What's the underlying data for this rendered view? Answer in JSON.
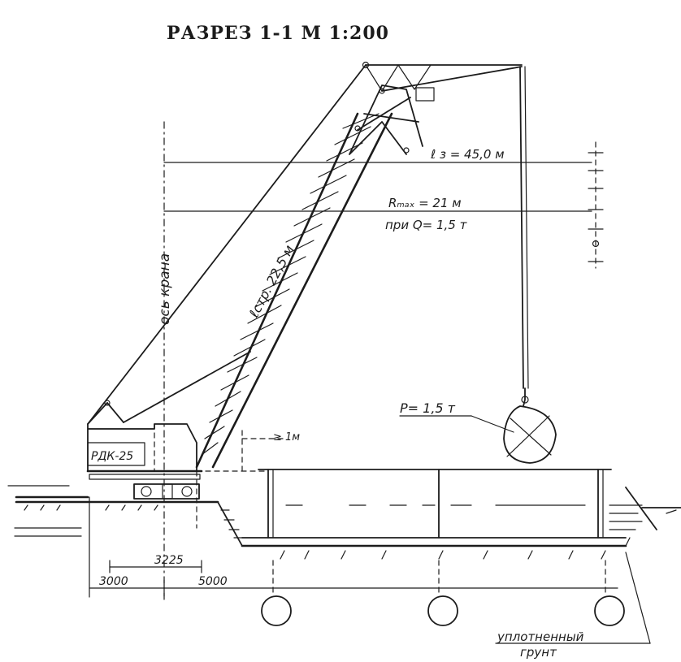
{
  "title": "РАЗРЕЗ 1-1  М 1:200",
  "labels": {
    "reach": "ℓ з = 45,0 м",
    "rmax_line1": "Rₘₐₓ = 21 м",
    "rmax_line2": "при Q= 1,5 т",
    "boom_length": "ℓстр. 22,5 м",
    "crane_axis": "ось крана",
    "load": "P= 1,5 т",
    "clearance": "≥ 1м",
    "crane_model": "РДК-25",
    "dim_3225": "3225",
    "dim_3000": "3000",
    "dim_5000": "5000",
    "soil_line1": "уплотненный",
    "soil_line2": "грунт"
  }
}
